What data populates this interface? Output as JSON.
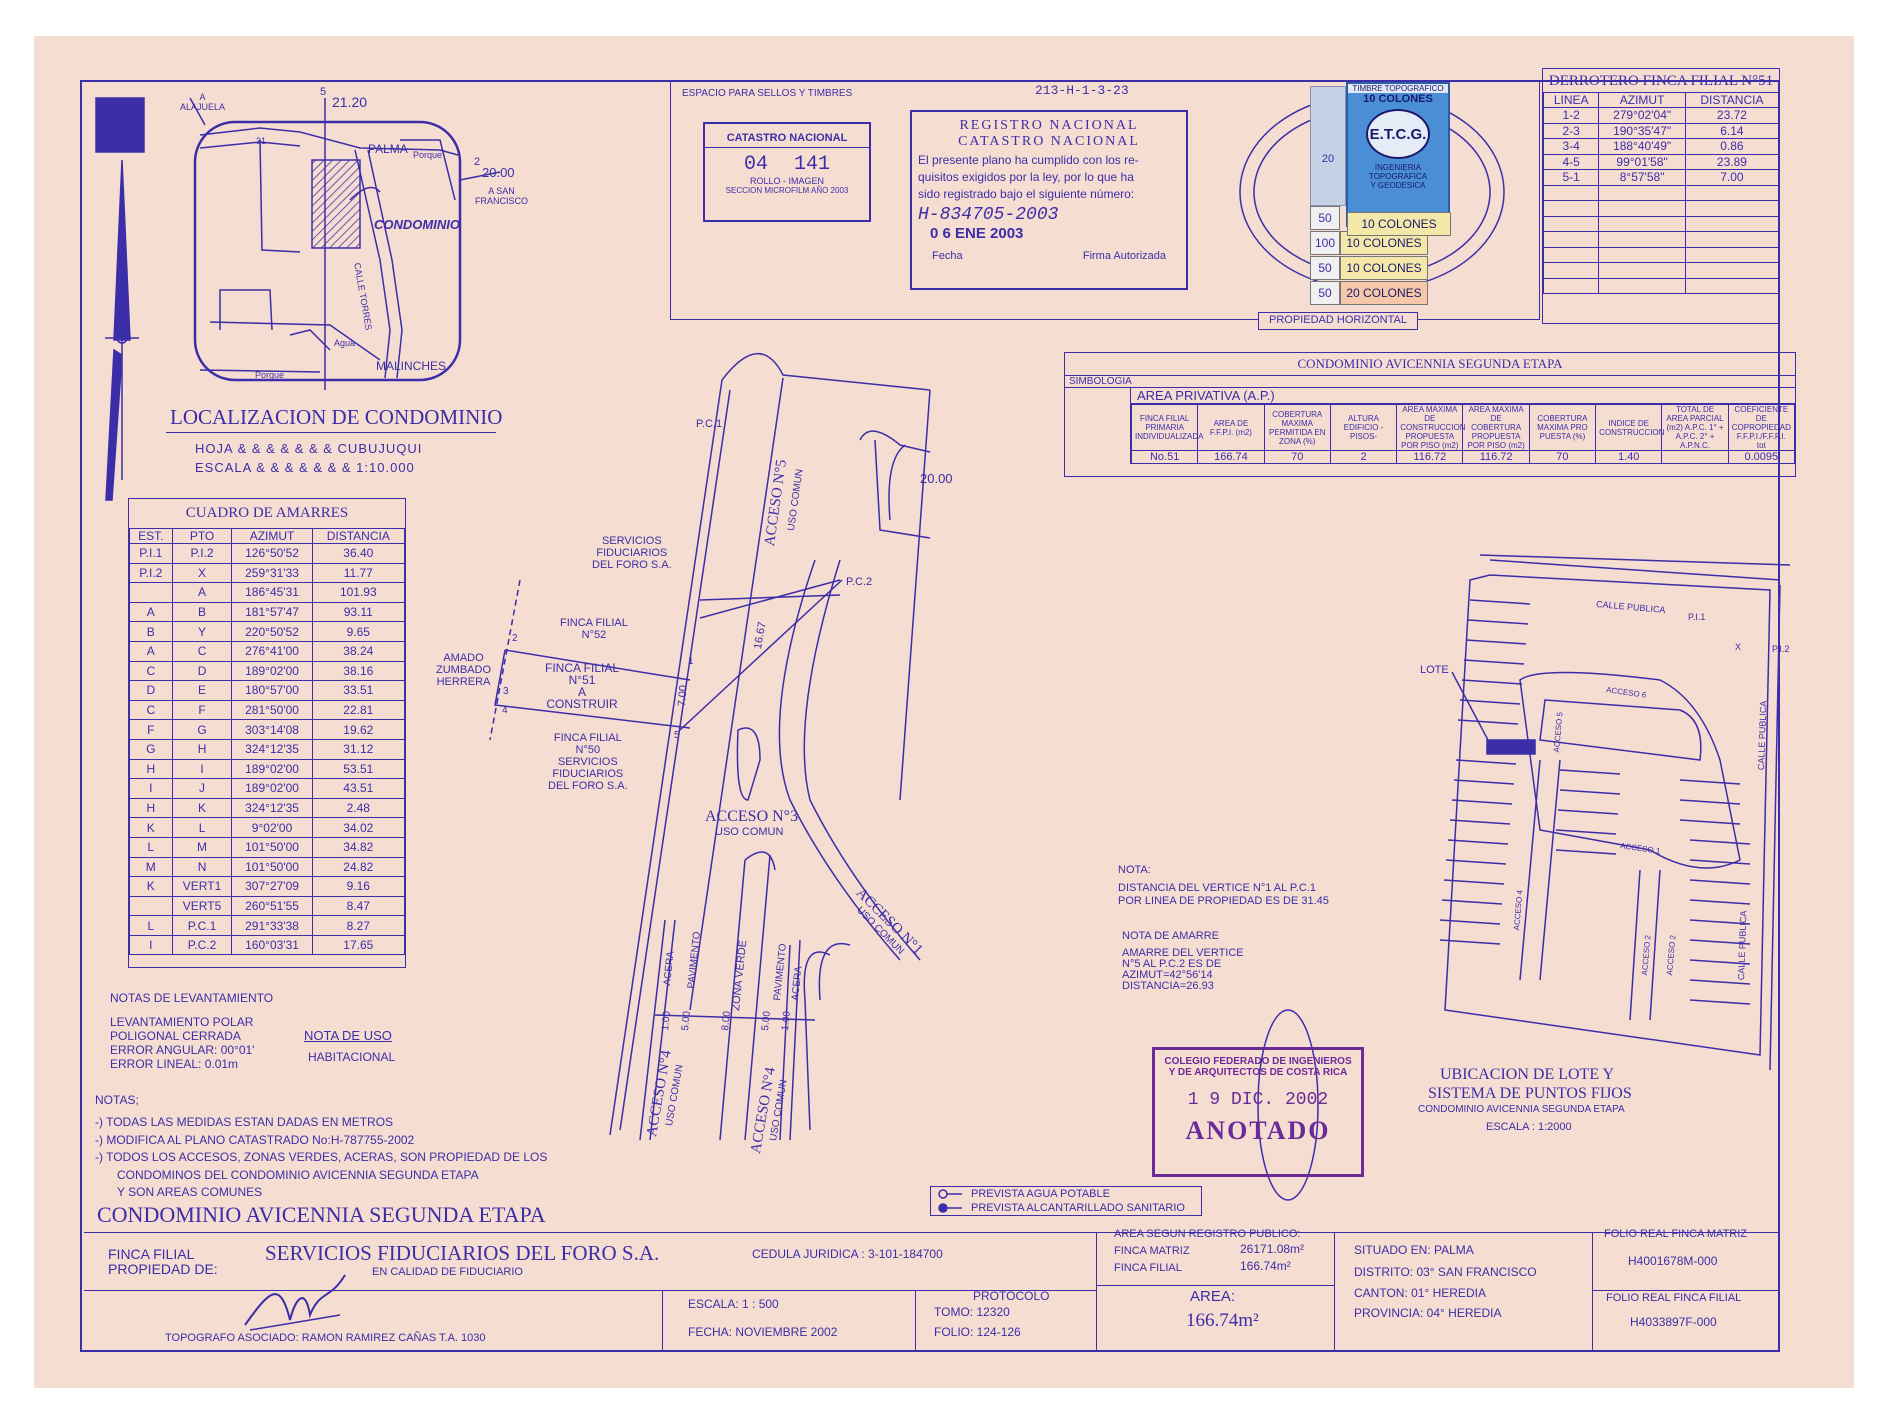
{
  "north_icon": "north-letter-icon",
  "location": {
    "labels": {
      "alajuela": "A\nALAJUELA",
      "n5": "5",
      "v2120": "21.20",
      "palma": "PALMA",
      "porque1": "Porque",
      "n2": "2",
      "v2000": "20.00",
      "san_francisco": "A SAN\nFRANCISCO",
      "r31": "31",
      "condominio": "CONDOMINIO",
      "calle_torres": "CALLE TORRES",
      "agua": "Agua",
      "porque2": "Porque",
      "malinches": "MALINCHES"
    },
    "title": "LOCALIZACION DE CONDOMINIO",
    "hoja": "HOJA & & & & & & & CUBUJUQUI",
    "escala": "ESCALA & & & & & & & 1:10.000"
  },
  "amarres": {
    "title": "CUADRO DE AMARRES",
    "headers": [
      "EST.",
      "PTO",
      "AZIMUT",
      "DISTANCIA"
    ],
    "rows": [
      [
        "P.I.1",
        "P.I.2",
        "126°50'52",
        "36.40"
      ],
      [
        "P.I.2",
        "X",
        "259°31'33",
        "11.77"
      ],
      [
        "",
        "A",
        "186°45'31",
        "101.93"
      ],
      [
        "A",
        "B",
        "181°57'47",
        "93.11"
      ],
      [
        "B",
        "Y",
        "220°50'52",
        "9.65"
      ],
      [
        "A",
        "C",
        "276°41'00",
        "38.24"
      ],
      [
        "C",
        "D",
        "189°02'00",
        "38.16"
      ],
      [
        "D",
        "E",
        "180°57'00",
        "33.51"
      ],
      [
        "C",
        "F",
        "281°50'00",
        "22.81"
      ],
      [
        "F",
        "G",
        "303°14'08",
        "19.62"
      ],
      [
        "G",
        "H",
        "324°12'35",
        "31.12"
      ],
      [
        "H",
        "I",
        "189°02'00",
        "53.51"
      ],
      [
        "I",
        "J",
        "189°02'00",
        "43.51"
      ],
      [
        "H",
        "K",
        "324°12'35",
        "2.48"
      ],
      [
        "K",
        "L",
        "9°02'00",
        "34.02"
      ],
      [
        "L",
        "M",
        "101°50'00",
        "34.82"
      ],
      [
        "M",
        "N",
        "101°50'00",
        "24.82"
      ],
      [
        "K",
        "VERT1",
        "307°27'09",
        "9.16"
      ],
      [
        "",
        "VERT5",
        "260°51'55",
        "8.47"
      ],
      [
        "L",
        "P.C.1",
        "291°33'38",
        "8.27"
      ],
      [
        "I",
        "P.C.2",
        "160°03'31",
        "17.65"
      ]
    ]
  },
  "levantamiento": {
    "title": "NOTAS DE LEVANTAMIENTO",
    "lines": [
      "LEVANTAMIENTO POLAR",
      "POLIGONAL CERRADA",
      "ERROR ANGULAR: 00°01'",
      "ERROR LINEAL: 0.01m"
    ],
    "nota_uso_title": "NOTA DE USO",
    "nota_uso": "HABITACIONAL"
  },
  "notas": {
    "title": "NOTAS;",
    "lines": [
      "-) TODAS LAS MEDIDAS ESTAN DADAS EN METROS",
      "-) MODIFICA AL PLANO CATASTRADO No:H-787755-2002",
      "-) TODOS LOS ACCESOS, ZONAS VERDES, ACERAS, SON PROPIEDAD DE LOS",
      "CONDOMINOS DEL CONDOMINIO AVICENNIA SEGUNDA ETAPA",
      "Y SON AREAS COMUNES"
    ]
  },
  "main_title": "CONDOMINIO AVICENNIA SEGUNDA ETAPA",
  "sellos": {
    "label": "ESPACIO PARA SELLOS Y TIMBRES",
    "handwritten": "213-H-1-3-23",
    "catastro_title": "CATASTRO NACIONAL",
    "catastro_num1": "04",
    "catastro_num2": "141",
    "catastro_line1": "ROLLO - IMAGEN",
    "catastro_line2": "SECCION MICROFILM AÑO 2003",
    "registro_line1": "REGISTRO NACIONAL",
    "registro_line2": "CATASTRO NACIONAL",
    "registro_body": [
      "El presente plano ha cumplido con los re-",
      "quisitos exigidos por la ley, por lo que ha",
      "sido registrado bajo el siguiente número:"
    ],
    "registro_number": "H-834705-2003",
    "registro_date": "0 6 ENE 2003",
    "fecha_label": "Fecha",
    "firma_label": "Firma Autorizada",
    "timbre_title": "TIMBRE TOPOGRAFICO",
    "timbre_value": "10 COLONES",
    "timbre_etcg": "E.T.C.G.",
    "timbre_sub": [
      "INGENIERIA",
      "TOPOGRAFICA",
      "Y GEODESICA"
    ],
    "stamps": [
      [
        "50",
        "10 COLONES"
      ],
      [
        "100",
        "10 COLONES"
      ],
      [
        "50",
        "10 COLONES"
      ],
      [
        "50",
        "20 COLONES"
      ]
    ],
    "stamp_side": "20",
    "propiedad": "PROPIEDAD HORIZONTAL"
  },
  "derrotero": {
    "title": "DERROTERO FINCA FILIAL N°51",
    "headers": [
      "LINEA",
      "AZIMUT",
      "DISTANCIA"
    ],
    "rows": [
      [
        "1-2",
        "279°02'04\"",
        "23.72"
      ],
      [
        "2-3",
        "190°35'47\"",
        "6.14"
      ],
      [
        "3-4",
        "188°40'49\"",
        "0.86"
      ],
      [
        "4-5",
        "99°01'58\"",
        "23.89"
      ],
      [
        "5-1",
        "8°57'58\"",
        "7.00"
      ]
    ]
  },
  "condo_table": {
    "title": "CONDOMINIO AVICENNIA SEGUNDA ETAPA",
    "simbologia": "SIMBOLOGIA",
    "area_privativa": "AREA PRIVATIVA (A.P.)",
    "headers": [
      "FINCA FILIAL PRIMARIA INDIVIDUALIZADA",
      "AREA DE F.F.P.I. (m2)",
      "COBERTURA MAXIMA PERMITIDA EN ZONA (%)",
      "ALTURA EDIFICIO -PISOS-",
      "AREA MAXIMA DE CONSTRUCCION PROPUESTA POR PISO (m2)",
      "AREA MAXIMA DE COBERTURA PROPUESTA POR PISO (m2)",
      "COBERTURA MAXIMA PRO PUESTA (%)",
      "INDICE DE CONSTRUCCION",
      "TOTAL DE AREA PARCIAL (m2) A.P.C. 1° + A.P.C. 2° + A.P.N.C.",
      "COEFICIENTE DE COPROPIEDAD F.F.P.I./F.F.P.I. tot"
    ],
    "row": [
      "No.51",
      "166.74",
      "70",
      "2",
      "116.72",
      "116.72",
      "70",
      "1.40",
      "",
      "0.0095"
    ]
  },
  "plan": {
    "pc1": "P.C.1",
    "pc2": "P.C.2",
    "acceso5": "ACCESO N°5",
    "acceso5_uso": "USO COMUN",
    "d2000": "20.00",
    "servicios": [
      "SERVICIOS",
      "FIDUCIARIOS",
      "DEL FORO S.A."
    ],
    "ff52": [
      "FINCA FILIAL",
      "N°52"
    ],
    "amado": [
      "AMADO",
      "ZUMBADO",
      "HERRERA"
    ],
    "ff51": [
      "FINCA FILIAL",
      "N°51",
      "A",
      "CONSTRUIR"
    ],
    "ff50": [
      "FINCA FILIAL",
      "N°50",
      "SERVICIOS",
      "FIDUCIARIOS",
      "DEL FORO S.A."
    ],
    "d1667": "16.67",
    "d700": "7.00",
    "p1": "1",
    "p2": "2",
    "p3": "3",
    "p4": "4",
    "p5": "5",
    "acceso3": "ACCESO N°3",
    "acceso3_uso": "USO COMUN",
    "acceso1": "ACCESO N°1",
    "acceso1_uso": "USO COMUN",
    "acceso4a": "ACCESO N°4",
    "acceso4a_uso": "USO COMUN",
    "acceso4b": "ACCESO N°4",
    "acceso4b_uso": "USO COMUN",
    "acera": "ACERA",
    "pavimento": "PAVIMENTO",
    "zona_verde": "ZONA VERDE",
    "d100a": "1.00",
    "d500a": "5.00",
    "d800": "8.00",
    "d500b": "5.00",
    "d100b": "1.00"
  },
  "nota": {
    "title": "NOTA:",
    "lines": [
      "DISTANCIA DEL VERTICE N°1 AL P.C.1",
      "POR LINEA DE PROPIEDAD ES DE 31.45"
    ],
    "amarre_title": "NOTA DE AMARRE",
    "amarre_lines": [
      "AMARRE DEL VERTICE",
      "N°5 AL P.C.2 ES DE",
      "AZIMUT=42°56'14",
      "DISTANCIA=26.93"
    ]
  },
  "ubicacion": {
    "calle_publica_top": "CALLE PUBLICA",
    "pi1": "P.I.1",
    "pi2": "P.I.2",
    "x": "X",
    "lote": "LOTE",
    "calle_publica_right": "CALLE PUBLICA",
    "calle_publica_right2": "CALLE PUBLICA",
    "acceso6": "ACCESO 6",
    "acceso5": "ACCESO 5",
    "acceso1": "ACCESO 1",
    "acceso4": "ACCESO 4",
    "acceso2a": "ACCESO 2",
    "acceso2b": "ACCESO 2",
    "title1": "UBICACION DE LOTE Y",
    "title2": "SISTEMA DE PUNTOS FIJOS",
    "subtitle": "CONDOMINIO AVICENNIA SEGUNDA ETAPA",
    "escala": "ESCALA : 1:2000"
  },
  "colegio": {
    "line1": "COLEGIO FEDERADO DE INGENIEROS",
    "line2": "Y DE ARQUITECTOS DE COSTA RICA",
    "date": "1 9 DIC. 2002",
    "anotado": "ANOTADO"
  },
  "legend": [
    "PREVISTA AGUA POTABLE",
    "PREVISTA ALCANTARILLADO SANITARIO"
  ],
  "titleblock": {
    "finca_label": [
      "FINCA FILIAL",
      "PROPIEDAD DE:"
    ],
    "owner": "SERVICIOS FIDUCIARIOS DEL FORO S.A.",
    "cedula": "CEDULA JURIDICA : 3-101-184700",
    "calidad": "EN CALIDAD DE FIDUCIARIO",
    "topografo": "TOPOGRAFO ASOCIADO: RAMON RAMIREZ CAÑAS  T.A. 1030",
    "escala": "ESCALA:  1 : 500",
    "fecha": "FECHA: NOVIEMBRE 2002",
    "protocolo": "PROTOCOLO",
    "tomo": "TOMO:   12320",
    "folio": "FOLIO:  124-126",
    "area_registro": "AREA SEGUN REGISTRO PUBLICO:",
    "finca_matriz_label": "FINCA MATRIZ",
    "finca_matriz_val": "26171.08m²",
    "finca_filial_label": "FINCA FILIAL",
    "finca_filial_val": "166.74m²",
    "area_label": "AREA:",
    "area_val": "166.74m²",
    "situado": "SITUADO EN:    PALMA",
    "distrito": "DISTRITO:    03° SAN FRANCISCO",
    "canton": "CANTON:    01° HEREDIA",
    "provincia": "PROVINCIA:    04° HEREDIA",
    "folio_matriz_label": "FOLIO REAL FINCA MATRIZ",
    "folio_matriz": "H4001678M-000",
    "folio_filial_label": "FOLIO REAL FINCA FILIAL",
    "folio_filial": "H4033897F-000"
  }
}
